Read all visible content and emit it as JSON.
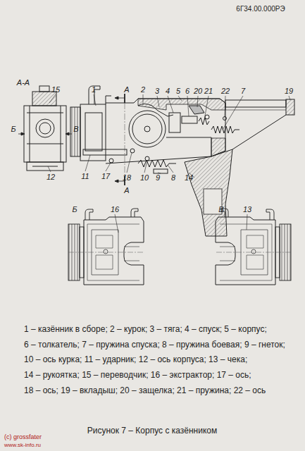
{
  "diagram": {
    "caption": "Рисунок 7 – Корпус с казёнником",
    "labels": [
      "6Г34.00.000РЭ",
      "А-А",
      "15",
      "1",
      "А",
      "2",
      "3",
      "4",
      "5",
      "6",
      "20",
      "21",
      "22",
      "7",
      "19",
      "Б",
      "В",
      "12",
      "11",
      "17",
      "18",
      "10",
      "9",
      "8",
      "14",
      "А",
      "Б",
      "16",
      "В",
      "13",
      "1 – казённик в сборе; 2 – курок; 3 – тяга; 4 – спуск; 5 – корпус;",
      "6 – толкатель; 7 – пружина спуска; 8 – пружина боевая; 9 – гнеток;",
      "10 – ось курка; 11 – ударник; 12 – ось корпуса; 13 – чека;",
      "14 – рукоятка; 15 – переводчик; 16 – экстрактор; 17 – ось;",
      "18 – ось; 19 – вкладыш; 20 – защелка; 21 – пружина; 22 – ось",
      "(c) grossfater",
      "www.sk-info.ru"
    ]
  }
}
